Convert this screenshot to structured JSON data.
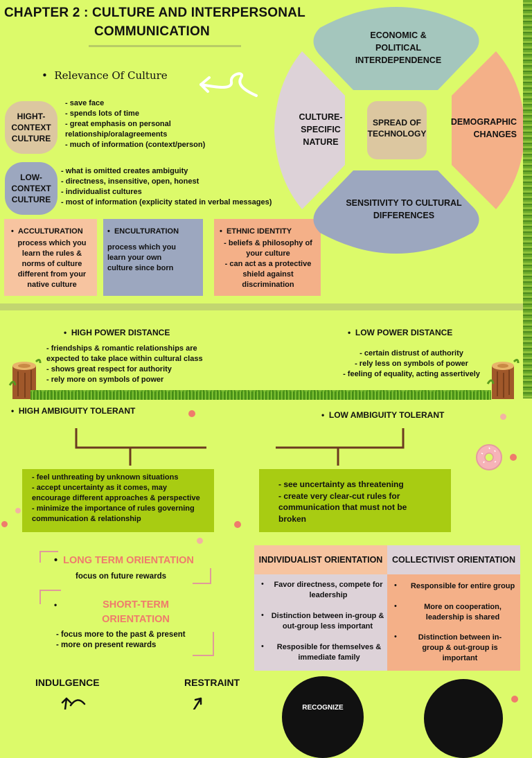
{
  "header": {
    "title_line1": "CHAPTER 2 : CULTURE AND INTERPERSONAL",
    "title_line2": "COMMUNICATION",
    "relevance": "Relevance Of Culture"
  },
  "context": {
    "high": {
      "label": "HIGHT- CONTEXT CULTURE",
      "items": [
        "- save face",
        "- spends lots of time",
        "- great emphasis on personal",
        "relationship/oralagreements",
        "- much of information (context/person)"
      ]
    },
    "low": {
      "label": "LOW- CONTEXT CULTURE",
      "items": [
        "- what is omitted creates ambiguity",
        "- directness, insensitive, open, honest",
        "- individualist cultures",
        "- most of information (explicity stated in verbal messages)"
      ]
    }
  },
  "cards": {
    "acculturation": {
      "title": "ACCULTURATION",
      "text": "process which you learn the rules & norms of culture different from your native culture"
    },
    "enculturation": {
      "title": "ENCULTURATION",
      "text": "process which you learn your own culture since born"
    },
    "ethnic": {
      "title": "ETHNIC IDENTITY",
      "line1": "- beliefs & philosophy of your culture",
      "line2": "- can act as a protective shield against discrimination"
    }
  },
  "diagram": {
    "top": "ECONOMIC & POLITICAL INTERDEPENDENCE",
    "left": "CULTURE- SPECIFIC NATURE",
    "center": "SPREAD OF TECHNOLOGY",
    "right": "DEMOGRAPHIC CHANGES",
    "bottom": "SENSITIVITY TO CULTURAL DIFFERENCES"
  },
  "power": {
    "high": {
      "title": "HIGH POWER DISTANCE",
      "items": [
        "- friendships & romantic relationships are",
        "expected to take place within cultural class",
        "- shows great respect for authority",
        "- rely more on symbols of power"
      ]
    },
    "low": {
      "title": "LOW POWER DISTANCE",
      "items": [
        "- certain distrust of authority",
        "- rely less on symbols of power",
        "- feeling of equality, acting assertively"
      ]
    }
  },
  "ambiguity": {
    "high": {
      "title": "HIGH AMBIGUITY TOLERANT",
      "items": [
        "- feel unthreating by unknown situations",
        "- accept uncertainty as it comes, may",
        "encourage different approaches & perspective",
        "- minimize the importance of rules governing",
        "communication & relationship"
      ]
    },
    "low": {
      "title": "LOW AMBIGUITY TOLERANT",
      "items": [
        "- see uncertainty as threatening",
        "- create very clear-cut rules for",
        "communication that must not be",
        "broken"
      ]
    }
  },
  "orientation": {
    "long": {
      "title": "LONG TERM ORIENTATION",
      "text": "focus on future rewards"
    },
    "short": {
      "title_line1": "SHORT-TERM",
      "title_line2": "ORIENTATION",
      "items": [
        "- focus more to the past & present",
        "- more on present rewards"
      ]
    }
  },
  "table": {
    "col1_header": "INDIVIDUALIST ORIENTATION",
    "col2_header": "COLLECTIVIST ORIENTATION",
    "col1": [
      "Favor directness, compete for leadership",
      "Distinction between in-group & out-group less important",
      "Resposible for themselves & immediate family"
    ],
    "col2": [
      "Responsible for entire group",
      "More on cooperation, leadership is shared",
      "Distinction between in-group & out-group is important"
    ]
  },
  "bottom": {
    "indulgence": "INDULGENCE",
    "restraint": "RESTRAINT",
    "circle1": "RECOGNIZE"
  },
  "colors": {
    "background": "#dcfa6a",
    "tan": "#dcc7a0",
    "slate": "#9ca7bf",
    "peach": "#f7c4a0",
    "salmon": "#f4b088",
    "teal": "#a4c6bd",
    "lilac": "#ddd2d8",
    "olive": "#a8cc12",
    "coral": "#ef7b6c"
  }
}
